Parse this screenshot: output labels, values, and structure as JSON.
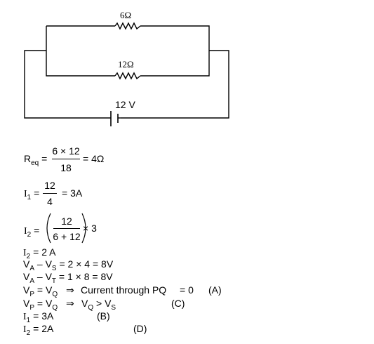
{
  "circuit": {
    "resistor_top": "6Ω",
    "resistor_mid": "12Ω",
    "battery": "12 V"
  },
  "solution": {
    "req": {
      "sym": "R",
      "sub": "eq",
      "eq": "=",
      "num": "6 × 12",
      "den": "18",
      "res": "= 4Ω"
    },
    "i1": {
      "sym": "I",
      "sub": "1",
      "eq": "=",
      "num": "12",
      "den": "4",
      "res": "= 3A"
    },
    "i2": {
      "sym": "I",
      "sub": "2",
      "eq": "=",
      "num": "12",
      "den": "6 + 12",
      "res": "× 3"
    },
    "line_i2": {
      "sym": "I",
      "sub": "2",
      "rest": " = 2 A"
    },
    "line_vavs": {
      "v1": "V",
      "s1": "A",
      "mid": " – V",
      "s2": "S",
      "rest": " = 2 × 4 = 8V"
    },
    "line_vavt": {
      "v1": "V",
      "s1": "A",
      "mid": " – V",
      "s2": "T",
      "rest": " = 1 × 8 = 8V"
    },
    "line_vpvq1": {
      "v1": "V",
      "s1": "P",
      "mid": " = V",
      "s2": "Q",
      "arrow": "⇒",
      "text": "Current through PQ",
      "eq0": "= 0",
      "opt": "(A)"
    },
    "line_vpvq2": {
      "v1": "V",
      "s1": "P",
      "mid": " = V",
      "s2": "Q",
      "arrow": "⇒",
      "r1": "V",
      "rs1": "Q",
      "gt": " > V",
      "rs2": "S",
      "opt": "(C)"
    },
    "line_i1": {
      "sym": "I",
      "sub": "1",
      "rest": " = 3A",
      "opt": "(B)"
    },
    "line_i2b": {
      "sym": "I",
      "sub": "2",
      "rest": " = 2A",
      "opt": "(D)"
    }
  }
}
